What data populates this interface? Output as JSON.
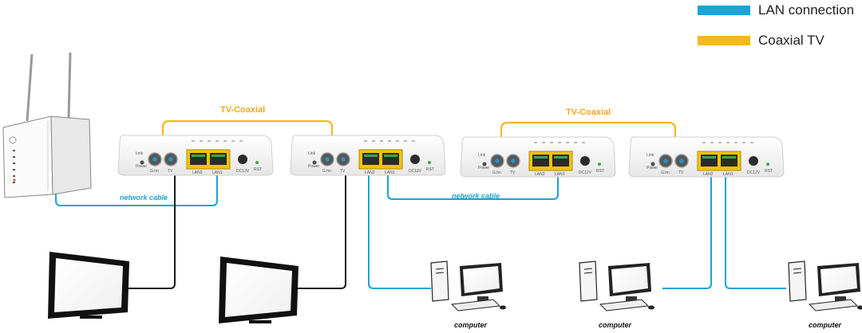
{
  "legend": {
    "lan": {
      "label": "LAN connection",
      "color": "#1aa3d6"
    },
    "coax": {
      "label": "Coaxial TV",
      "color": "#f8b526"
    }
  },
  "labels": {
    "coax_left": "TV-Coaxial",
    "coax_right": "TV-Coaxial",
    "cable_left": "network cable",
    "cable_right": "network cable",
    "computer_1": "computer",
    "computer_2": "computer",
    "computer_3": "computer"
  },
  "adapter_ports": {
    "coax_in": "G.hn",
    "tv": "TV",
    "lan2": "LAN2",
    "lan1": "LAN1",
    "power": "DC12V",
    "reset": "RST",
    "led_link": "Link",
    "led_power": "Power"
  },
  "colors": {
    "lan": "#1aa3d6",
    "coax": "#f8b526",
    "tv_cable": "#1a1a1a",
    "device": "#f4f4f4",
    "rj45": "#f2c400"
  }
}
